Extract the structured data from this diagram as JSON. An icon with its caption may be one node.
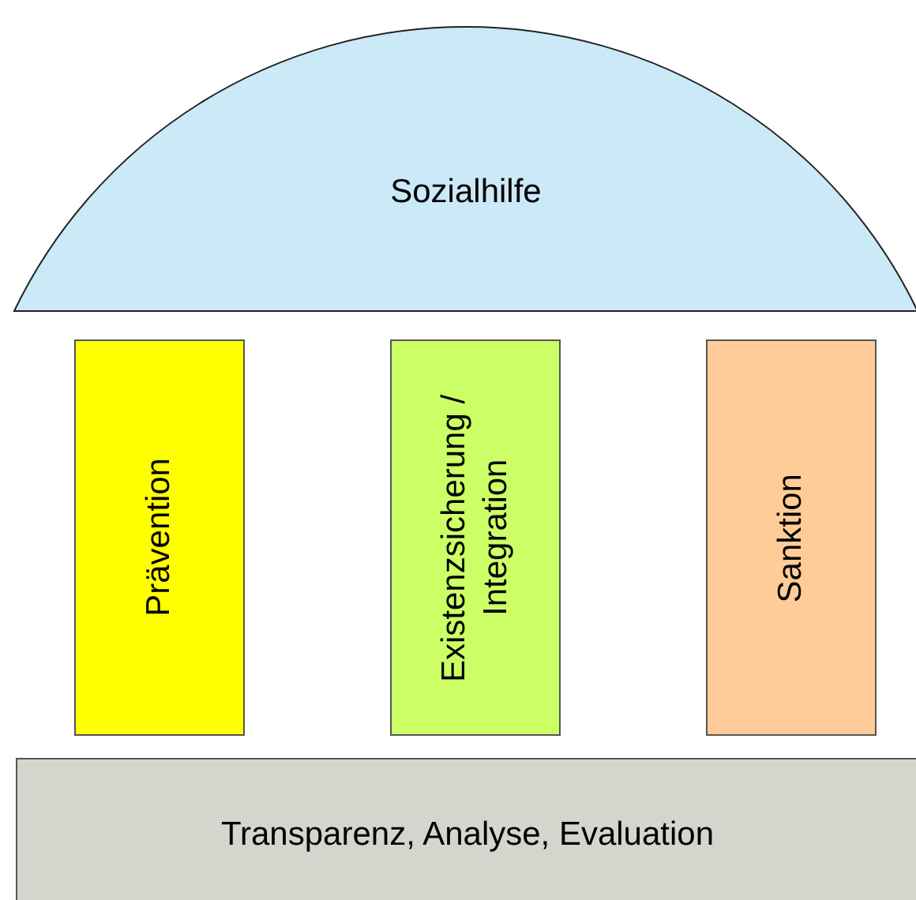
{
  "diagram": {
    "nodes": [
      {
        "text": [
          "Sozialhilfe"
        ]
      },
      {
        "text": [
          "Prävention"
        ]
      },
      {
        "text": [
          "Existenzsicherung / Integration"
        ]
      },
      {
        "text": [
          "Sanktion"
        ]
      },
      {
        "text": [
          "Transparenz, Analyse, Evaluation"
        ]
      }
    ]
  }
}
